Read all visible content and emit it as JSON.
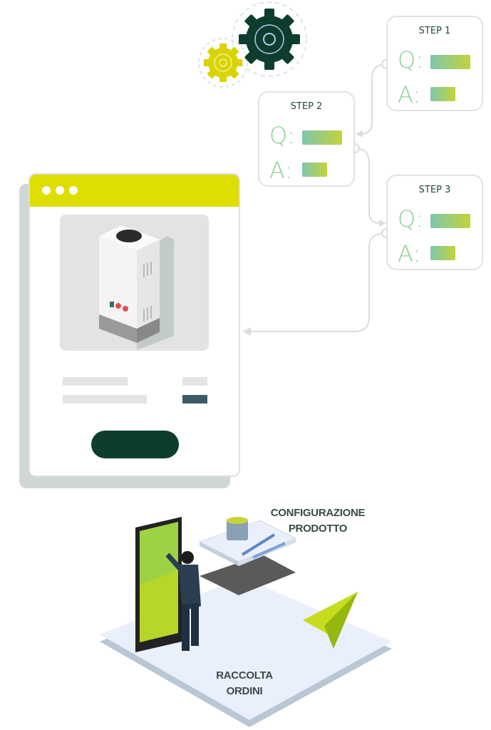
{
  "steps": [
    {
      "title": "STEP 1",
      "q_label": "Q:",
      "a_label": "A:"
    },
    {
      "title": "STEP 2",
      "q_label": "Q:",
      "a_label": "A:"
    },
    {
      "title": "STEP 3",
      "q_label": "Q:",
      "a_label": "A:"
    }
  ],
  "illustration": {
    "config_label_line1": "CONFIGURAZIONE",
    "config_label_line2": "PRODOTTO",
    "orders_label_line1": "RACCOLTA",
    "orders_label_line2": "ORDINI"
  },
  "colors": {
    "accent_yellow": "#dede00",
    "dark_green": "#0d3d2f",
    "slate": "#3d5a66"
  }
}
